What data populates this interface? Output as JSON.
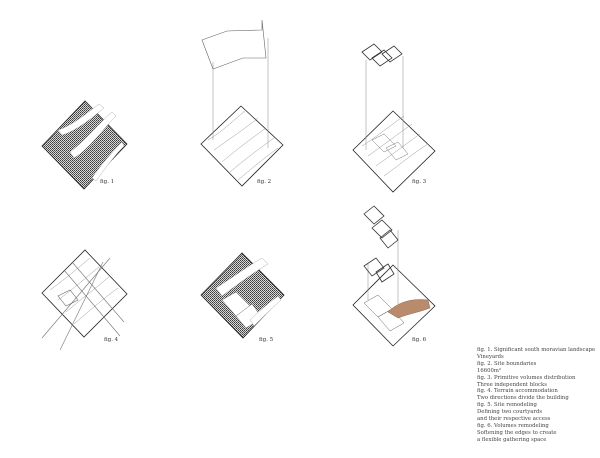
{
  "figures": [
    {
      "id": "fig1",
      "label": "fig. 1"
    },
    {
      "id": "fig2",
      "label": "fig. 2"
    },
    {
      "id": "fig3",
      "label": "fig. 3"
    },
    {
      "id": "fig4",
      "label": "fig. 4"
    },
    {
      "id": "fig5",
      "label": "fig. 5"
    },
    {
      "id": "fig6",
      "label": "fig. 6"
    }
  ],
  "legend": [
    "fig. 1. Significant south moravian landscape",
    "Vineyards",
    "fig. 2. Site boundaries",
    "16600m²",
    "fig. 3. Primitive volumes distribution",
    "Three independent blocks",
    "fig. 4. Terrain accommodation",
    "Two directions divide the building",
    "fig. 5. Site remodeling",
    "Defining two courtyards",
    "and their respective access",
    "fig. 6. Volumes remodeling",
    "Softening the edges to create",
    "a flexible gathering space"
  ],
  "colors": {
    "ink": "#333333",
    "hatch": "#555555",
    "line": "#9a9a9a",
    "hand": "#b98a6c"
  }
}
